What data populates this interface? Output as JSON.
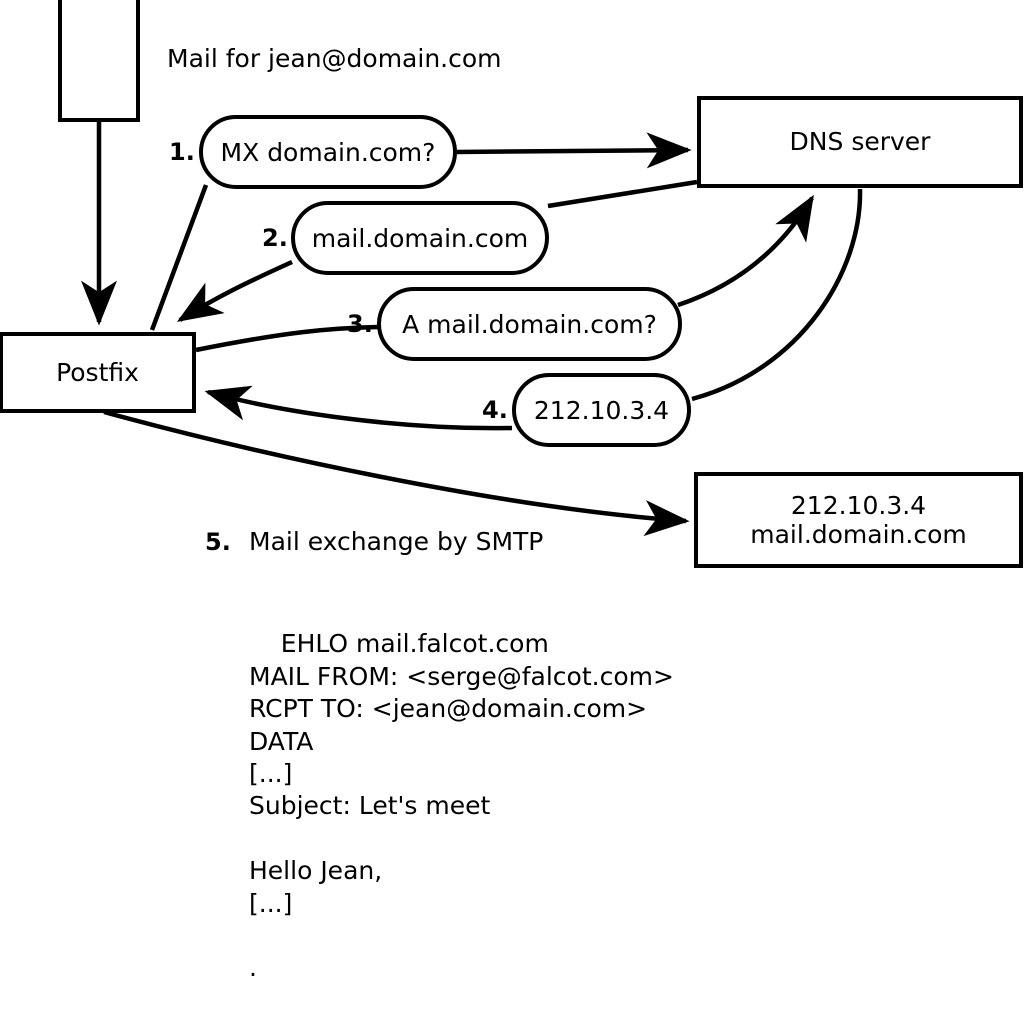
{
  "diagram": {
    "title_note": "Mail for jean@domain.com",
    "nodes": {
      "client_box": {
        "label": ""
      },
      "dns_server": {
        "label": "DNS server"
      },
      "postfix": {
        "label": "Postfix"
      },
      "target_host": {
        "line1": "212.10.3.4",
        "line2": "mail.domain.com"
      }
    },
    "steps": [
      {
        "number": "1.",
        "bubble": "MX domain.com?"
      },
      {
        "number": "2.",
        "bubble": "mail.domain.com"
      },
      {
        "number": "3.",
        "bubble": "A mail.domain.com?"
      },
      {
        "number": "4.",
        "bubble": "212.10.3.4"
      },
      {
        "number": "5.",
        "label": "Mail exchange by SMTP"
      }
    ],
    "smtp_transcript": [
      "EHLO mail.falcot.com",
      "MAIL FROM: <serge@falcot.com>",
      "RCPT TO: <jean@domain.com>",
      "DATA",
      "[...]",
      "Subject: Let's meet",
      "",
      "Hello Jean,",
      "[...]",
      "",
      "."
    ],
    "colors": {
      "stroke": "#000000",
      "background": "#ffffff"
    }
  }
}
